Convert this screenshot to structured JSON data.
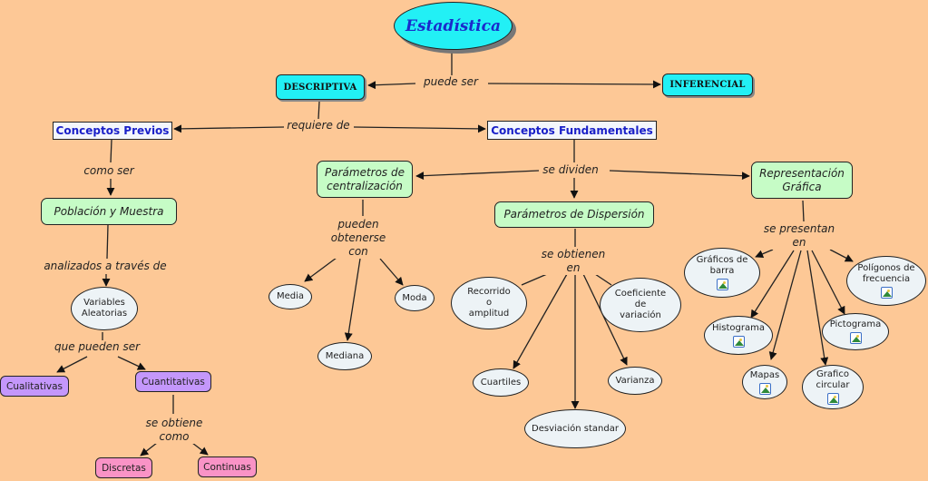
{
  "title": "Estadística",
  "nodes": {
    "descriptiva": "DESCRIPTIVA",
    "inferencial": "INFERENCIAL",
    "conceptos_previos": "Conceptos Previos",
    "conceptos_fundamentales": "Conceptos Fundamentales",
    "poblacion_muestra": "Población y Muestra",
    "variables_aleatorias": [
      "Variables",
      "Aleatorias"
    ],
    "cualitativas": "Cualitativas",
    "cuantitativas": "Cuantitativas",
    "discretas": "Discretas",
    "continuas": "Continuas",
    "parametros_centralizacion": [
      "Parámetros de",
      "centralización"
    ],
    "media": "Media",
    "moda": "Moda",
    "mediana": "Mediana",
    "parametros_dispersion": "Parámetros de Dispersión",
    "recorrido": [
      "Recorrido",
      "o",
      "amplitud"
    ],
    "coeficiente": [
      "Coeficiente",
      "de",
      "variación"
    ],
    "cuartiles": "Cuartiles",
    "varianza": "Varianza",
    "desviacion": "Desviación standar",
    "representacion_grafica": [
      "Representación",
      "Gráfica"
    ],
    "graficos_barra": [
      "Gráficos de",
      "barra"
    ],
    "poligonos": [
      "Polígonos de",
      "frecuencia"
    ],
    "histograma": "Histograma",
    "pictograma": "Pictograma",
    "mapas": "Mapas",
    "grafico_circular": [
      "Grafico",
      "circular"
    ]
  },
  "links": {
    "puede_ser": "puede ser",
    "requiere_de": "requiere de",
    "como_ser": "como ser",
    "analizados": "analizados a través de",
    "que_pueden_ser": "que pueden ser",
    "se_obtiene_como": [
      "se obtiene",
      "como"
    ],
    "pueden_obtenerse_con": [
      "pueden",
      "obtenerse",
      "con"
    ],
    "se_dividen": "se dividen",
    "se_obtienen_en": [
      "se obtienen",
      "en"
    ],
    "se_presentan_en": [
      "se presentan",
      "en"
    ]
  },
  "colors": {
    "background": "#fdc896",
    "cyan": "#22f0f5",
    "green": "#c6fcc6",
    "ellipse": "#edf3f6",
    "purple": "#c497fb",
    "pink": "#f993c6",
    "title_text": "#1a2acc"
  }
}
